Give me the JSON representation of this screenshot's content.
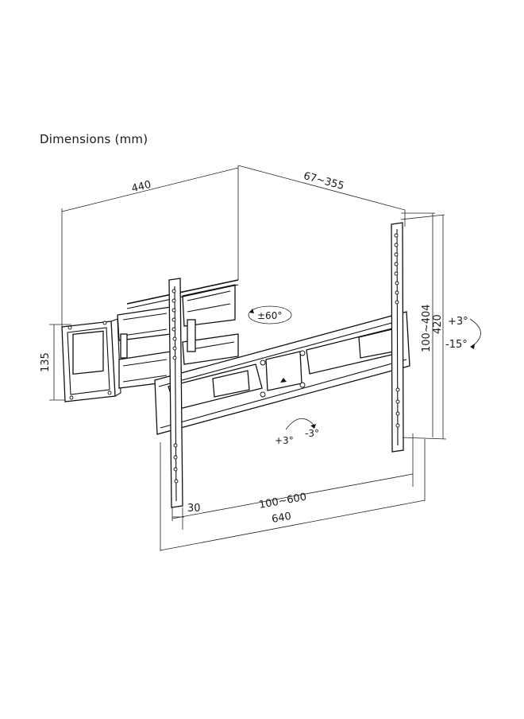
{
  "title": "Dimensions (mm)",
  "dimensions": {
    "depth_arm": "440",
    "extension": "67~355",
    "plate_height": "135",
    "vesa_vertical": "100~404",
    "bracket_height": "420",
    "vesa_horizontal": "100~600",
    "bracket_width": "640",
    "rail_offset": "30"
  },
  "rotations": {
    "swivel": "±60°",
    "tilt_up": "+3°",
    "tilt_down": "-15°",
    "level_plus": "+3°",
    "level_minus": "-3°"
  },
  "icons": [
    "up-arrow-icon"
  ]
}
